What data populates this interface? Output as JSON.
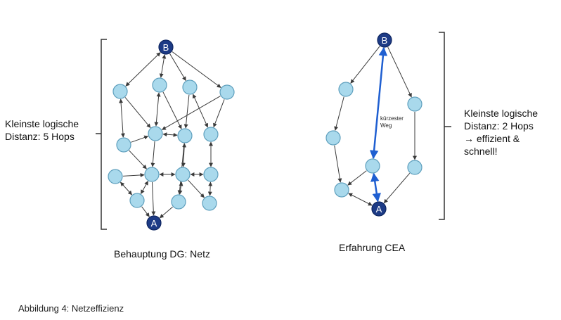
{
  "left_note": {
    "line1": "Kleinste logische",
    "line2": "Distanz: 5 Hops"
  },
  "right_note": {
    "line1": "Kleinste logische",
    "line2": "Distanz: 2 Hops",
    "line3": "→ effizient &",
    "line4": "schnell!"
  },
  "left_caption": "Behauptung DG: Netz",
  "right_caption": "Erfahrung CEA",
  "figure_caption": "Abbildung 4: Netzeffizienz",
  "shortest_path_label": {
    "line1": "kürzester",
    "line2": "Weg"
  },
  "node_letters": {
    "left_top": "B",
    "left_bottom": "A",
    "right_top": "B",
    "right_bottom": "A"
  },
  "colors": {
    "node_fill": "#a9d9ec",
    "node_stroke": "#5e9fbd",
    "endpoint_fill": "#1d3b86",
    "edge": "#3a3a3a",
    "highlight": "#1f5fd1"
  }
}
